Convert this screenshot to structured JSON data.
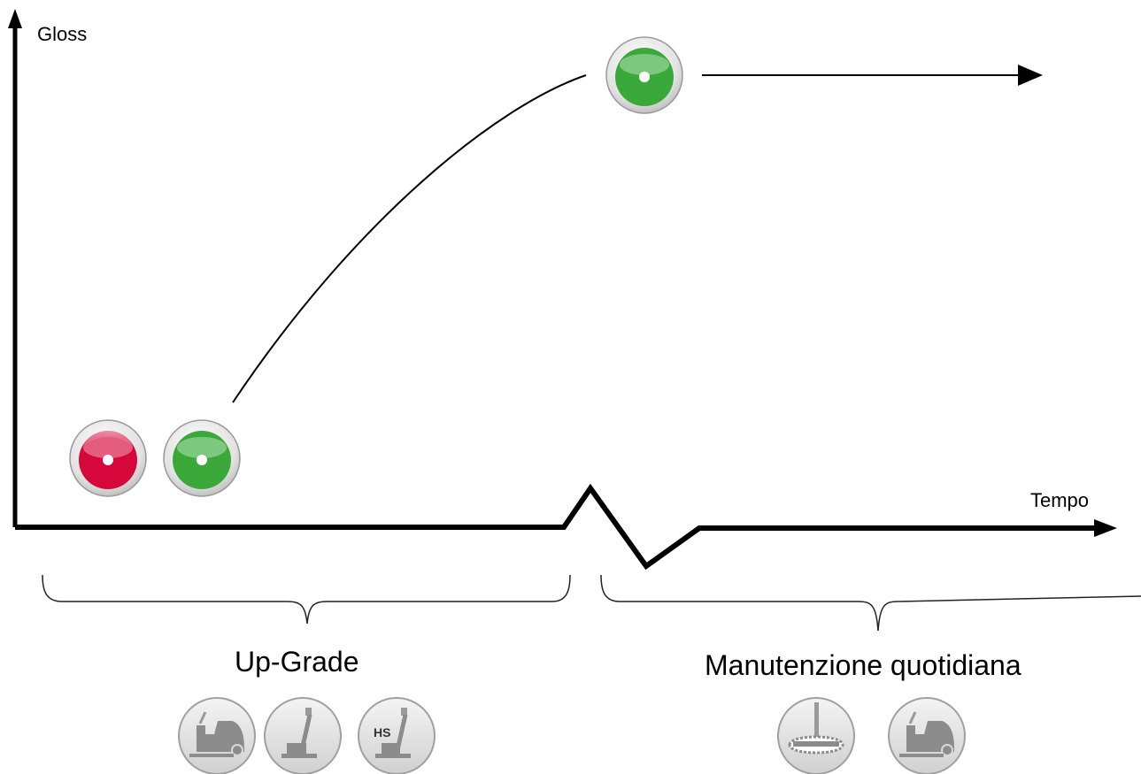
{
  "axes": {
    "y_label": "Gloss",
    "x_label": "Tempo"
  },
  "phases": [
    {
      "label": "Up-Grade",
      "tools": [
        "ride-on-scrubber-icon",
        "floor-machine-icon",
        "high-speed-machine-icon"
      ],
      "tool_text": [
        "",
        "",
        "HS"
      ]
    },
    {
      "label": "Manutenzione quotidiana",
      "tools": [
        "dust-mop-icon",
        "ride-on-scrubber-icon"
      ]
    }
  ],
  "pads": [
    {
      "name": "red-pad-icon",
      "color": "#d6073a"
    },
    {
      "name": "green-pad-icon",
      "color": "#3aa93a"
    },
    {
      "name": "green-pad-icon-top",
      "color": "#3aa93a"
    }
  ],
  "colors": {
    "axis": "#000000",
    "tool_icon": "#8c8c8c"
  }
}
